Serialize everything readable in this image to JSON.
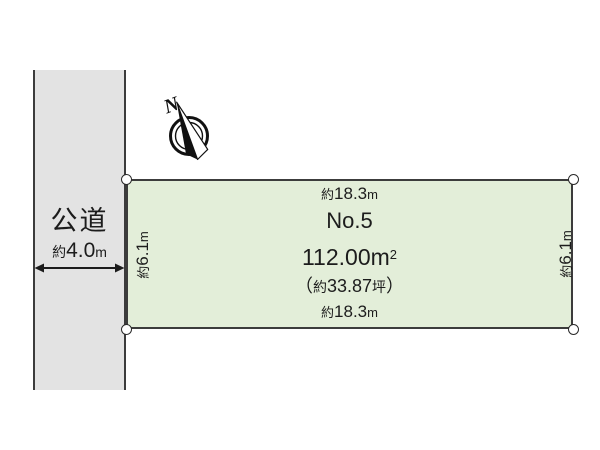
{
  "diagram": {
    "title": "land-plot-layout",
    "colors": {
      "plot_fill": "#e3eed9",
      "road_fill": "#e3e3e3",
      "line": "#3c3c3c",
      "background": "#ffffff"
    },
    "road": {
      "label": "公道",
      "width_prefix": "約",
      "width_value": "4.0",
      "width_unit": "m"
    },
    "compass": {
      "north_label": "N"
    },
    "plot": {
      "number": "No.5",
      "area_sqm": {
        "value": "112.00",
        "unit_base": "m",
        "unit_sup": "2"
      },
      "area_tsubo": {
        "open": "（",
        "approx": "約",
        "value": "33.87",
        "unit": "坪",
        "close": "）"
      },
      "top_dim": {
        "approx": "約",
        "value": "18.3",
        "unit": "m"
      },
      "bottom_dim": {
        "approx": "約",
        "value": "18.3",
        "unit": "m"
      },
      "left_dim": {
        "approx": "約",
        "value": "6.1",
        "unit": "m"
      },
      "right_dim": {
        "approx": "約",
        "value": "6.1",
        "unit": "m"
      }
    }
  }
}
